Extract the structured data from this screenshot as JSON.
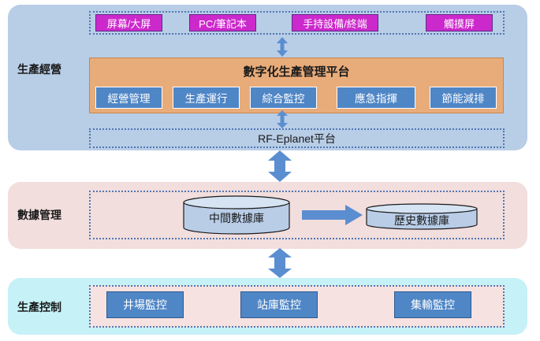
{
  "colors": {
    "operations_band": "#b8cde6",
    "data_band": "#f2dedd",
    "control_band": "#c5f1f7",
    "device_box": "#cc29cc",
    "platform_box": "#e8ac7a",
    "module_box": "#4f86c6",
    "arrow": "#5b8ed0",
    "dotted_border": "#4f77b4"
  },
  "operations": {
    "title": "生產經營",
    "devices": [
      "屏幕/大屏",
      "PC/筆記本",
      "手持設備/終端",
      "觸摸屏"
    ],
    "platform": {
      "title": "數字化生產管理平台",
      "modules": [
        "經營管理",
        "生產運行",
        "綜合監控",
        "應急指揮",
        "節能減排"
      ]
    },
    "base_platform": "RF-Eplanet平台"
  },
  "data_management": {
    "title": "數據管理",
    "intermediate_db": "中間數據庫",
    "history_db": "歷史數據庫"
  },
  "production_control": {
    "title": "生產控制",
    "items": [
      "井場監控",
      "站庫監控",
      "集輸監控"
    ]
  }
}
